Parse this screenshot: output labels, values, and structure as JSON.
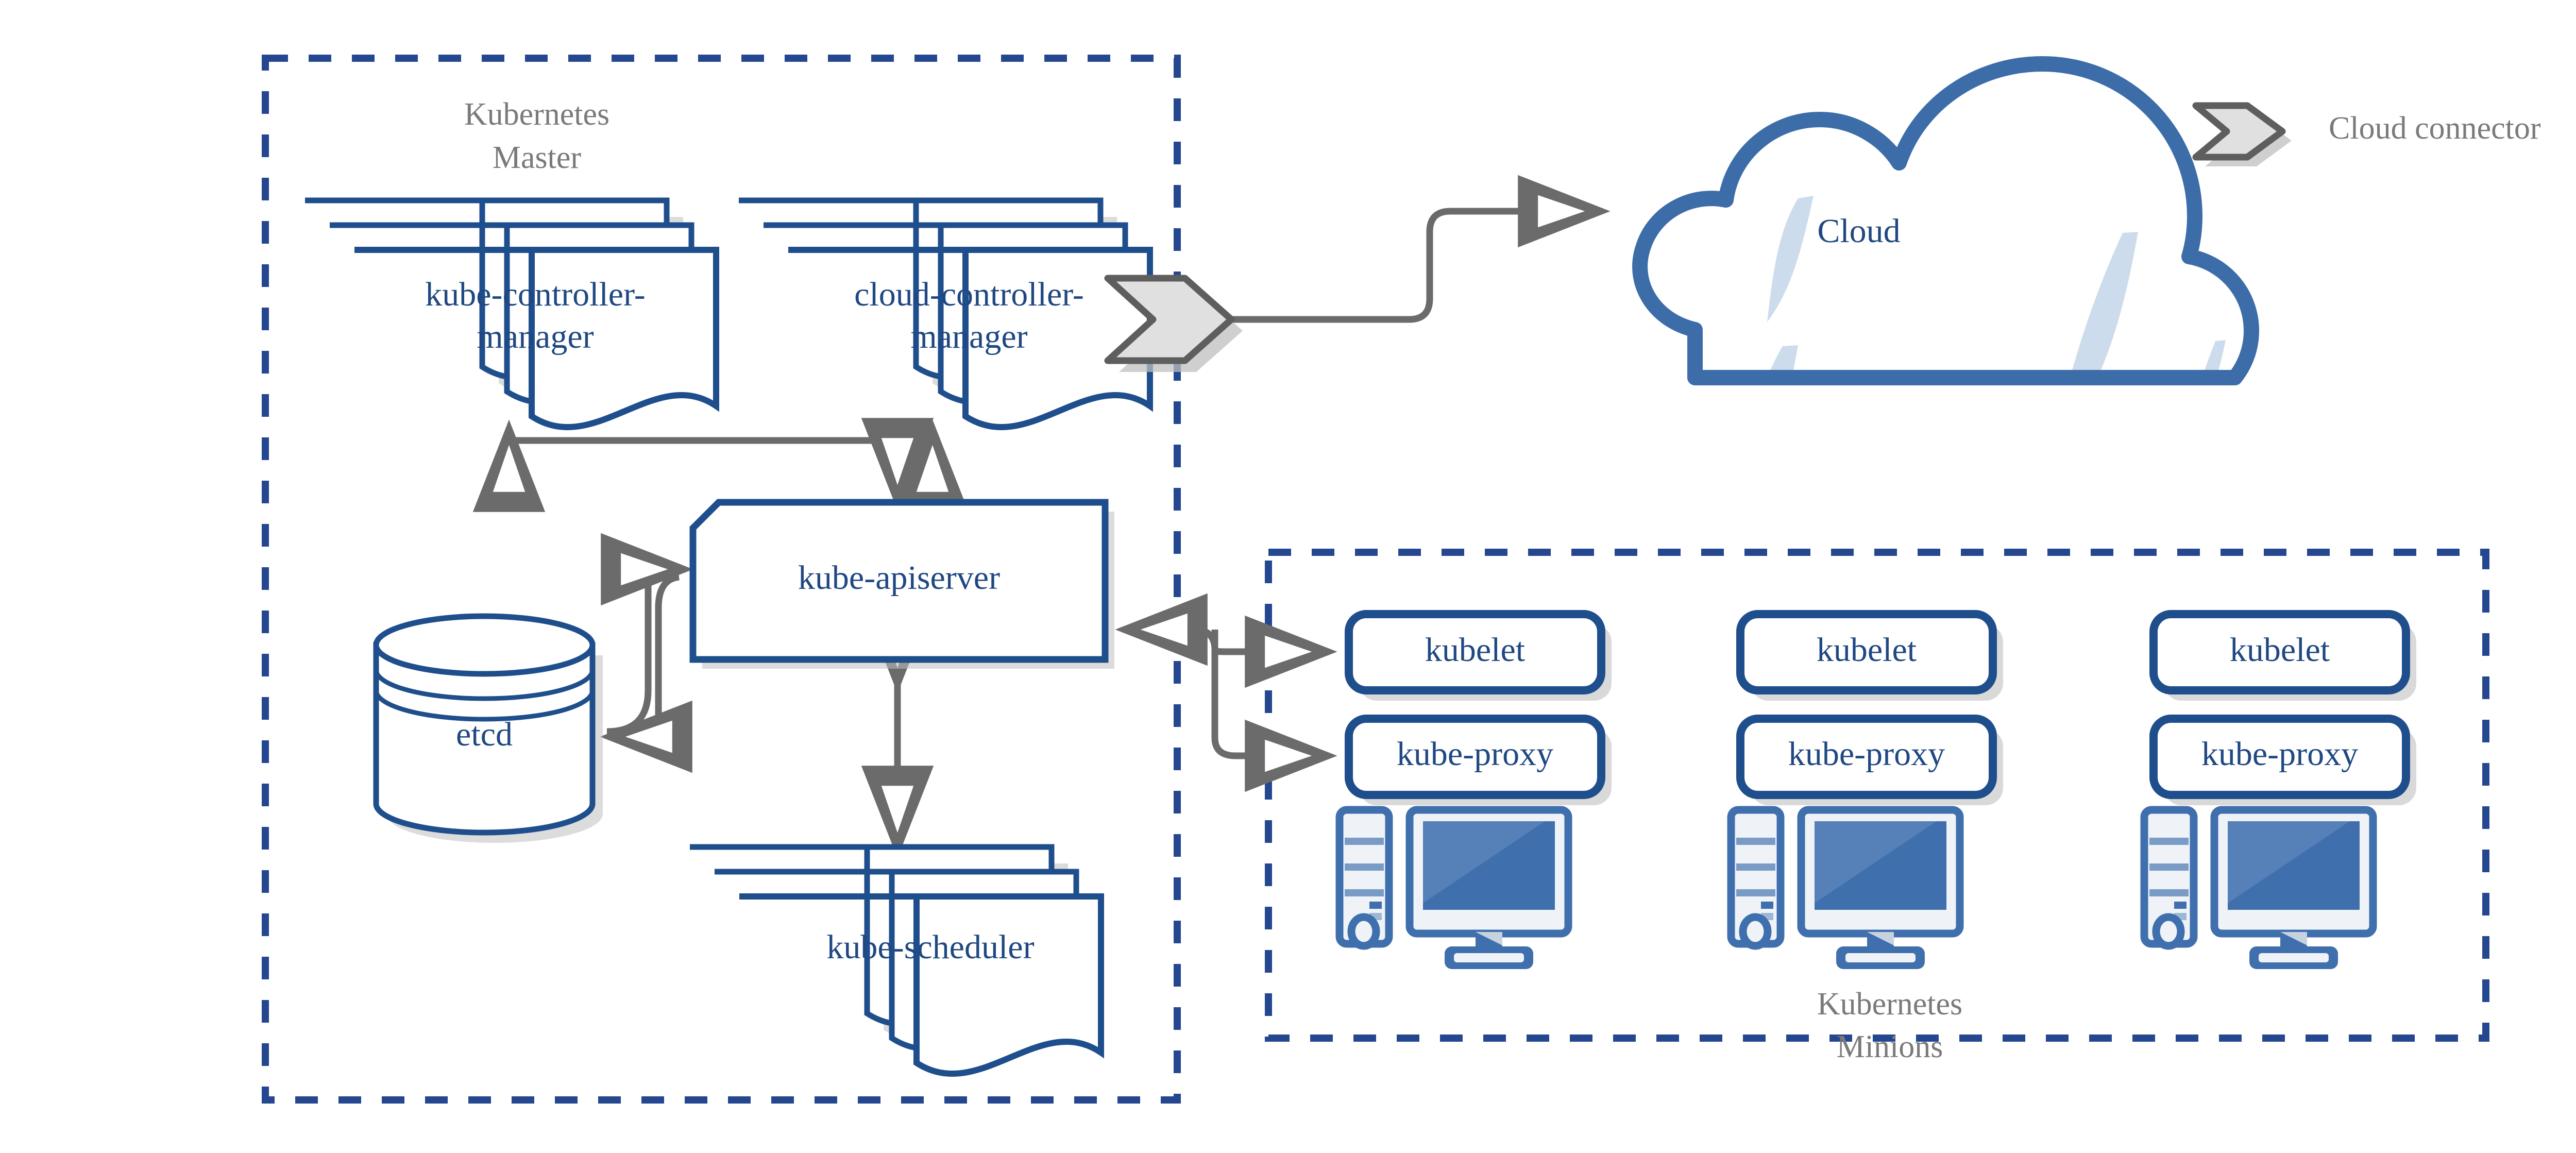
{
  "diagram": {
    "title": "Kubernetes cluster architecture",
    "colors": {
      "node_stroke": "#1F4E8C",
      "node_text": "#1F4882",
      "group_border": "#24478F",
      "group_label_text": "#7A7A7A",
      "connector_line": "#6B6B6B",
      "shadow": "#BFBFBF",
      "cloud_stroke": "#3C6DA8",
      "cloud_shade": "#CDDCEC",
      "connector_fill": "#E0E0E0",
      "connector_stroke": "#5E5E5E",
      "computer_blue": "#3F6FAD",
      "computer_light": "#EFF3F8",
      "background": "#FFFFFF"
    },
    "groups": [
      {
        "id": "master",
        "label_line1": "Kubernetes",
        "label_line2": "Master"
      },
      {
        "id": "minions",
        "label_line1": "Kubernetes",
        "label_line2": "Minions"
      }
    ],
    "legend": {
      "icon": "cloud-connector-icon",
      "label": "Cloud connector"
    },
    "master_nodes": [
      {
        "id": "kube-controller-manager",
        "label_line1": "kube-controller-",
        "label_line2": "manager",
        "shape": "document-stack"
      },
      {
        "id": "cloud-controller-manager",
        "label_line1": "cloud-controller-",
        "label_line2": "manager",
        "shape": "document-stack"
      },
      {
        "id": "kube-apiserver",
        "label": "kube-apiserver",
        "shape": "cut-corner-rect"
      },
      {
        "id": "etcd",
        "label": "etcd",
        "shape": "cylinder"
      },
      {
        "id": "kube-scheduler",
        "label": "kube-scheduler",
        "shape": "document-stack"
      }
    ],
    "cloud": {
      "id": "cloud",
      "label": "Cloud",
      "shape": "cloud"
    },
    "minion_columns": [
      {
        "id": "minion-1",
        "kubelet": "kubelet",
        "kube_proxy": "kube-proxy",
        "icon": "computer-icon"
      },
      {
        "id": "minion-2",
        "kubelet": "kubelet",
        "kube_proxy": "kube-proxy",
        "icon": "computer-icon"
      },
      {
        "id": "minion-3",
        "kubelet": "kubelet",
        "kube_proxy": "kube-proxy",
        "icon": "computer-icon"
      }
    ],
    "connections": [
      {
        "from": "kube-apiserver",
        "to": "kube-controller-manager",
        "style": "arrow"
      },
      {
        "from": "kube-apiserver",
        "to": "cloud-controller-manager",
        "style": "arrow"
      },
      {
        "from": "kube-apiserver",
        "to": "etcd",
        "style": "arrow"
      },
      {
        "from": "etcd",
        "to": "kube-apiserver",
        "style": "arrow"
      },
      {
        "from": "kube-apiserver",
        "to": "kube-scheduler",
        "style": "double-arrow"
      },
      {
        "from": "cloud-controller-manager",
        "to": "cloud",
        "style": "arrow"
      },
      {
        "from": "kube-apiserver",
        "to": "kubelet",
        "style": "arrow"
      },
      {
        "from": "kube-apiserver",
        "to": "kube-proxy",
        "style": "arrow"
      }
    ]
  }
}
